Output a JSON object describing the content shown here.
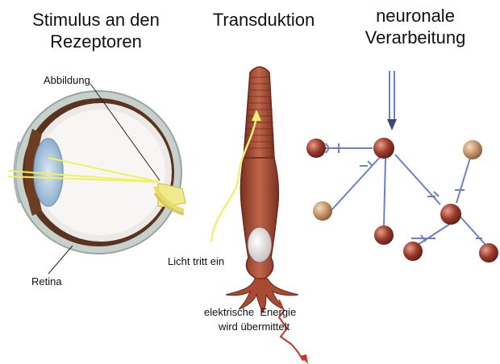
{
  "headings": {
    "stimulus": "Stimulus an den\nRezeptoren",
    "transduktion": "Transduktion",
    "verarbeitung": "neuronale\nVerarbeitung"
  },
  "labels": {
    "abbildung": "Abbildung",
    "retina": "Retina",
    "licht": "Licht tritt ein",
    "energie_line1": "elektrische  Energie",
    "energie_line2": "wird übermittelt"
  },
  "colors": {
    "eye_outer": "#bcc8c0",
    "choroid": "#5a3320",
    "lens": "#a9c6df",
    "light_ray": "#f0f25a",
    "receptor_cell": "#a9523a",
    "neuron": "#8a3428",
    "connection": "#6a82c4",
    "signal_arrow": "#c0392b"
  }
}
